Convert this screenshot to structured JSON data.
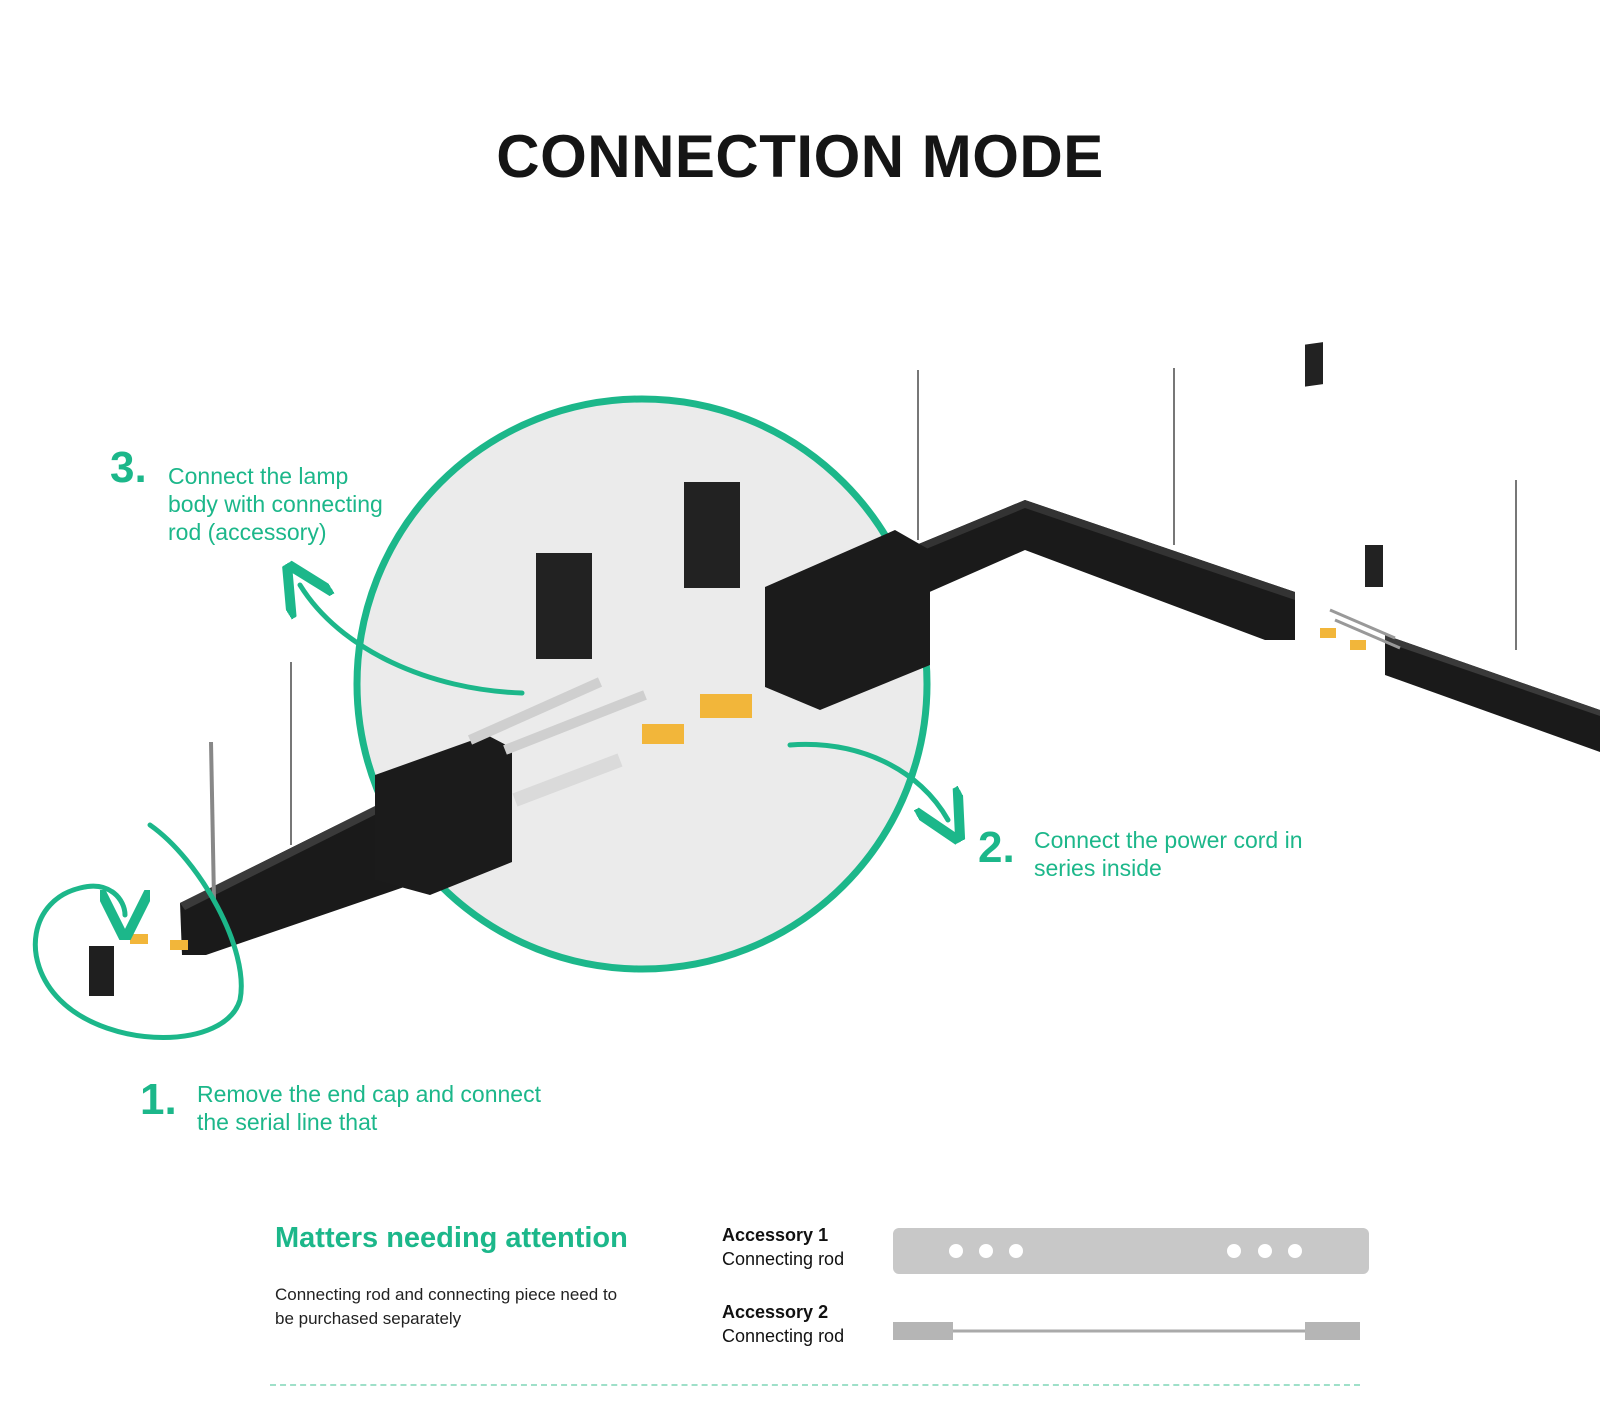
{
  "title": "CONNECTION MODE",
  "steps": [
    {
      "num": "1.",
      "lines": [
        "Remove the end cap and connect",
        "the serial line that"
      ]
    },
    {
      "num": "2.",
      "lines": [
        "Connect the power cord in",
        "series inside"
      ]
    },
    {
      "num": "3.",
      "lines": [
        "Connect the lamp",
        "body with connecting",
        "rod (accessory)"
      ]
    }
  ],
  "attention": {
    "title": "Matters needing attention",
    "note_lines": [
      "Connecting rod and connecting piece need to",
      "be purchased separately"
    ]
  },
  "accessories": [
    {
      "label": "Accessory 1",
      "name": "Connecting rod"
    },
    {
      "label": "Accessory 2",
      "name": "Connecting rod"
    }
  ],
  "colors": {
    "accent": "#1cb78a",
    "profile": "#1b1b1b",
    "connector": "#f2b63a",
    "accessory": "#c8c8c8"
  }
}
